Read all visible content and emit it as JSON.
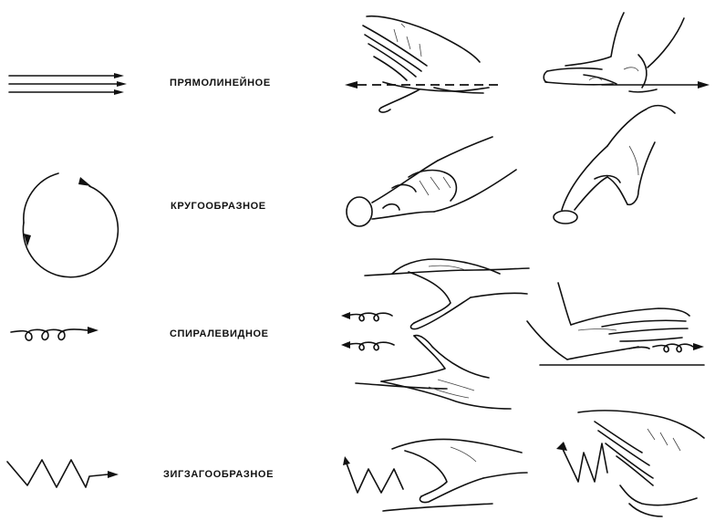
{
  "rows": [
    {
      "id": "straight",
      "label": "ПРЯМОЛИНЕЙНОЕ"
    },
    {
      "id": "circular",
      "label": "КРУГООБРАЗНОЕ"
    },
    {
      "id": "spiral",
      "label": "СПИРАЛЕВИДНОЕ"
    },
    {
      "id": "zigzag",
      "label": "ЗИГЗАГООБРАЗНОЕ"
    }
  ],
  "colors": {
    "ink": "#111111",
    "background": "#ffffff"
  }
}
